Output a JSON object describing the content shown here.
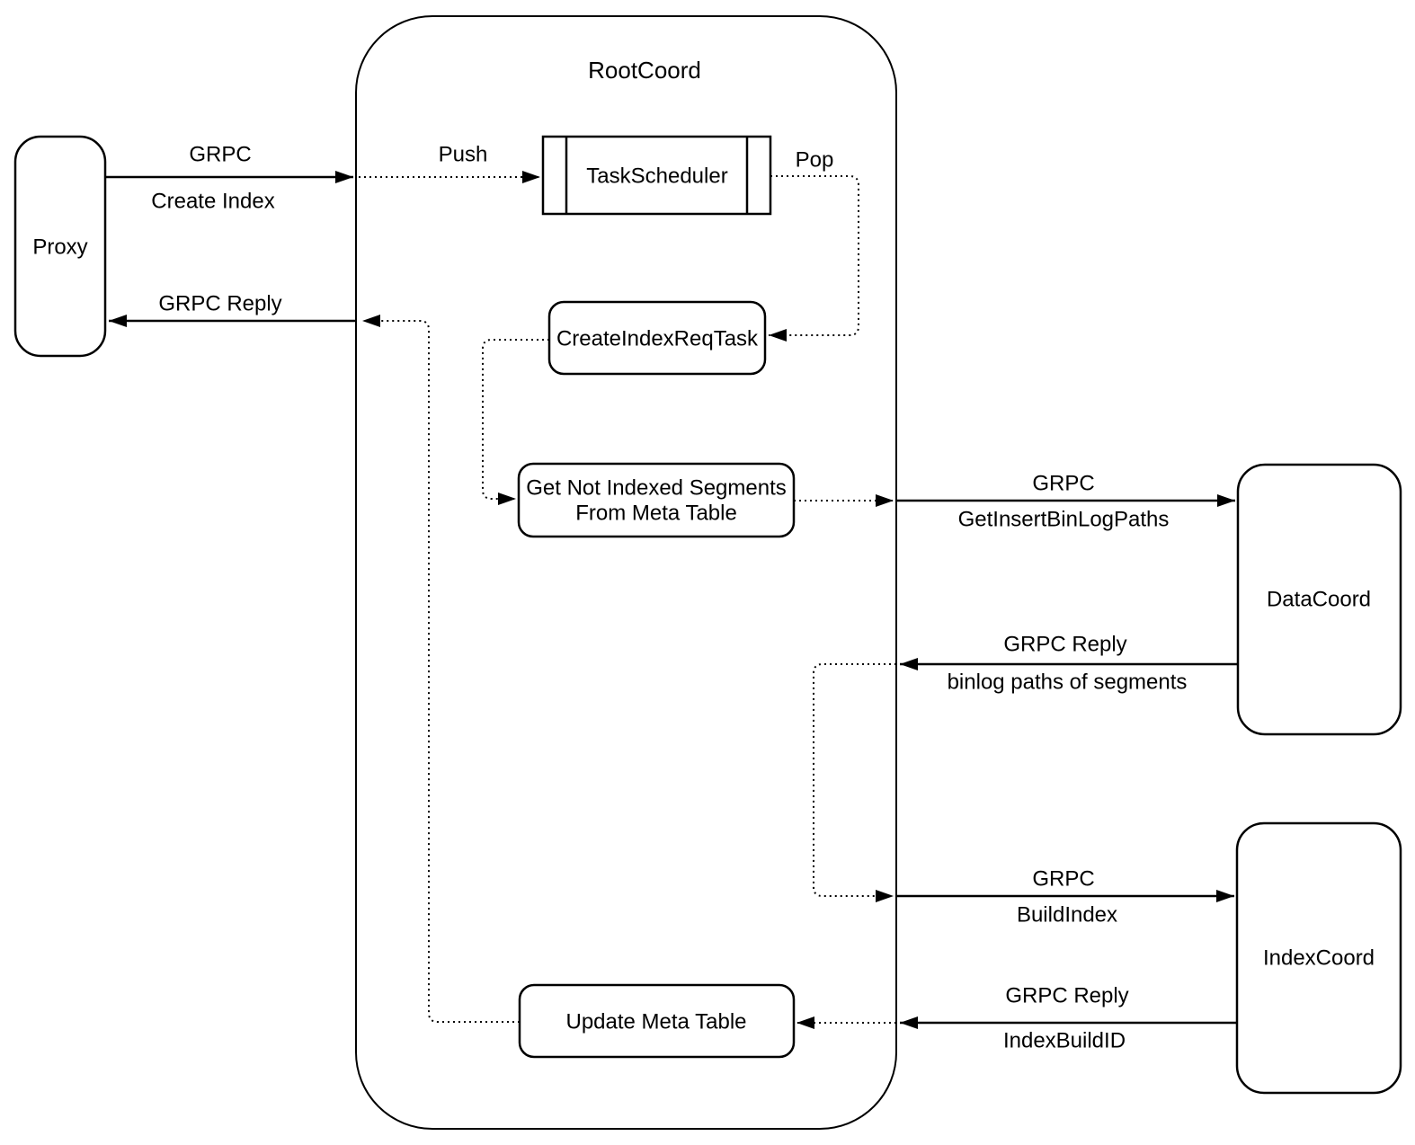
{
  "diagram": {
    "background": "#ffffff",
    "stroke_color": "#000000",
    "text_color": "#000000"
  },
  "nodes": {
    "proxy": {
      "label": "Proxy"
    },
    "rootcoord": {
      "label": "RootCoord"
    },
    "task_scheduler": {
      "label": "TaskScheduler"
    },
    "create_index_req_task": {
      "label": "CreateIndexReqTask"
    },
    "get_not_indexed_segments": {
      "line1": "Get Not Indexed Segments",
      "line2": "From Meta Table"
    },
    "update_meta_table": {
      "label": "Update Meta Table"
    },
    "datacoord": {
      "label": "DataCoord"
    },
    "indexcoord": {
      "label": "IndexCoord"
    }
  },
  "edges": {
    "grpc_create_index": {
      "label_top": "GRPC",
      "label_bottom": "Create Index"
    },
    "grpc_reply_to_proxy": {
      "label_top": "GRPC Reply"
    },
    "push": {
      "label": "Push"
    },
    "pop": {
      "label": "Pop"
    },
    "grpc_get_insert_binlog_paths": {
      "label_top": "GRPC",
      "label_bottom": "GetInsertBinLogPaths"
    },
    "grpc_reply_binlog_paths": {
      "label_top": "GRPC Reply",
      "label_bottom": "binlog paths of segments"
    },
    "grpc_build_index": {
      "label_top": "GRPC",
      "label_bottom": "BuildIndex"
    },
    "grpc_reply_index_build_id": {
      "label_top": "GRPC Reply",
      "label_bottom": "IndexBuildID"
    }
  }
}
